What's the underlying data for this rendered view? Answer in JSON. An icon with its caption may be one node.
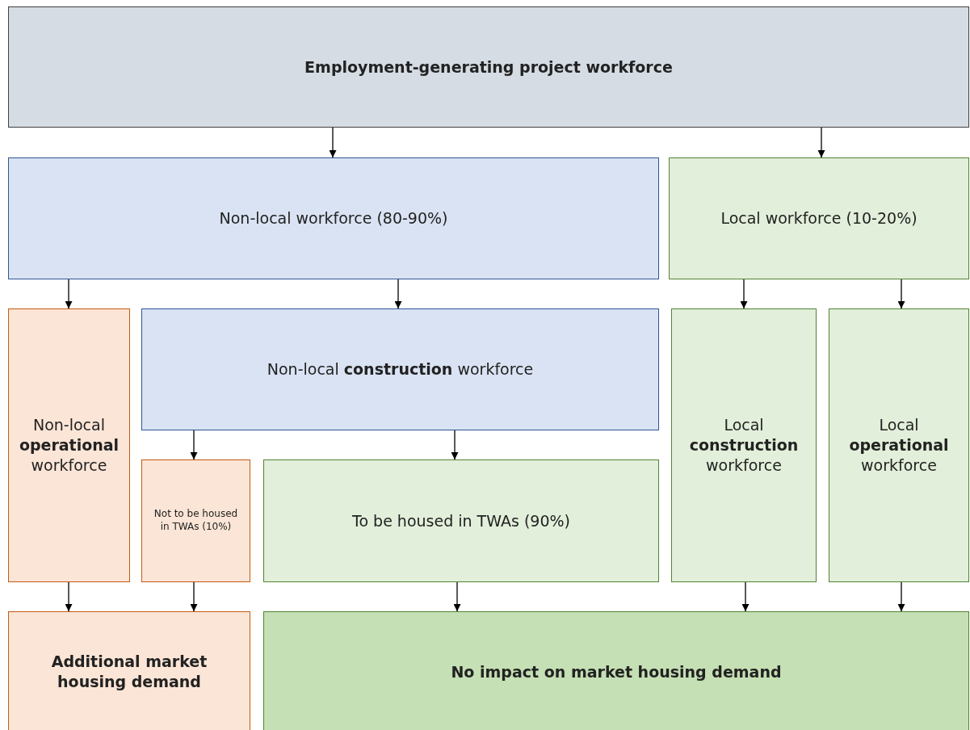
{
  "diagram": {
    "nodes": [
      {
        "text": [
          "Employment-generating project workforce"
        ]
      },
      {
        "text": [
          "Non-local workforce (80-90%)"
        ]
      },
      {
        "text": [
          "Local workforce (10-20%)"
        ]
      },
      {
        "text": [
          "Non-local **operational** workforce"
        ]
      },
      {
        "text": [
          "Non-local **construction** workforce"
        ]
      },
      {
        "text": [
          "Not to be housed in TWAs (10%)"
        ]
      },
      {
        "text": [
          "To be housed in TWAs (90%)"
        ]
      },
      {
        "text": [
          "Local **construction** workforce"
        ]
      },
      {
        "text": [
          "Local **operational** workforce"
        ]
      },
      {
        "text": [
          "Additional market housing demand"
        ]
      },
      {
        "text": [
          "No impact on market housing demand"
        ]
      }
    ],
    "edges": [
      {
        "from": 0,
        "to": 1,
        "arrow": "to"
      },
      {
        "from": 0,
        "to": 2,
        "arrow": "to"
      },
      {
        "from": 1,
        "to": 3,
        "arrow": "to"
      },
      {
        "from": 1,
        "to": 4,
        "arrow": "to"
      },
      {
        "from": 2,
        "to": 7,
        "arrow": "to"
      },
      {
        "from": 2,
        "to": 8,
        "arrow": "to"
      },
      {
        "from": 4,
        "to": 5,
        "arrow": "to"
      },
      {
        "from": 4,
        "to": 6,
        "arrow": "to"
      },
      {
        "from": 3,
        "to": 9,
        "arrow": "to"
      },
      {
        "from": 5,
        "to": 9,
        "arrow": "to"
      },
      {
        "from": 6,
        "to": 10,
        "arrow": "to"
      },
      {
        "from": 7,
        "to": 10,
        "arrow": "to"
      },
      {
        "from": 8,
        "to": 10,
        "arrow": "to"
      }
    ]
  }
}
